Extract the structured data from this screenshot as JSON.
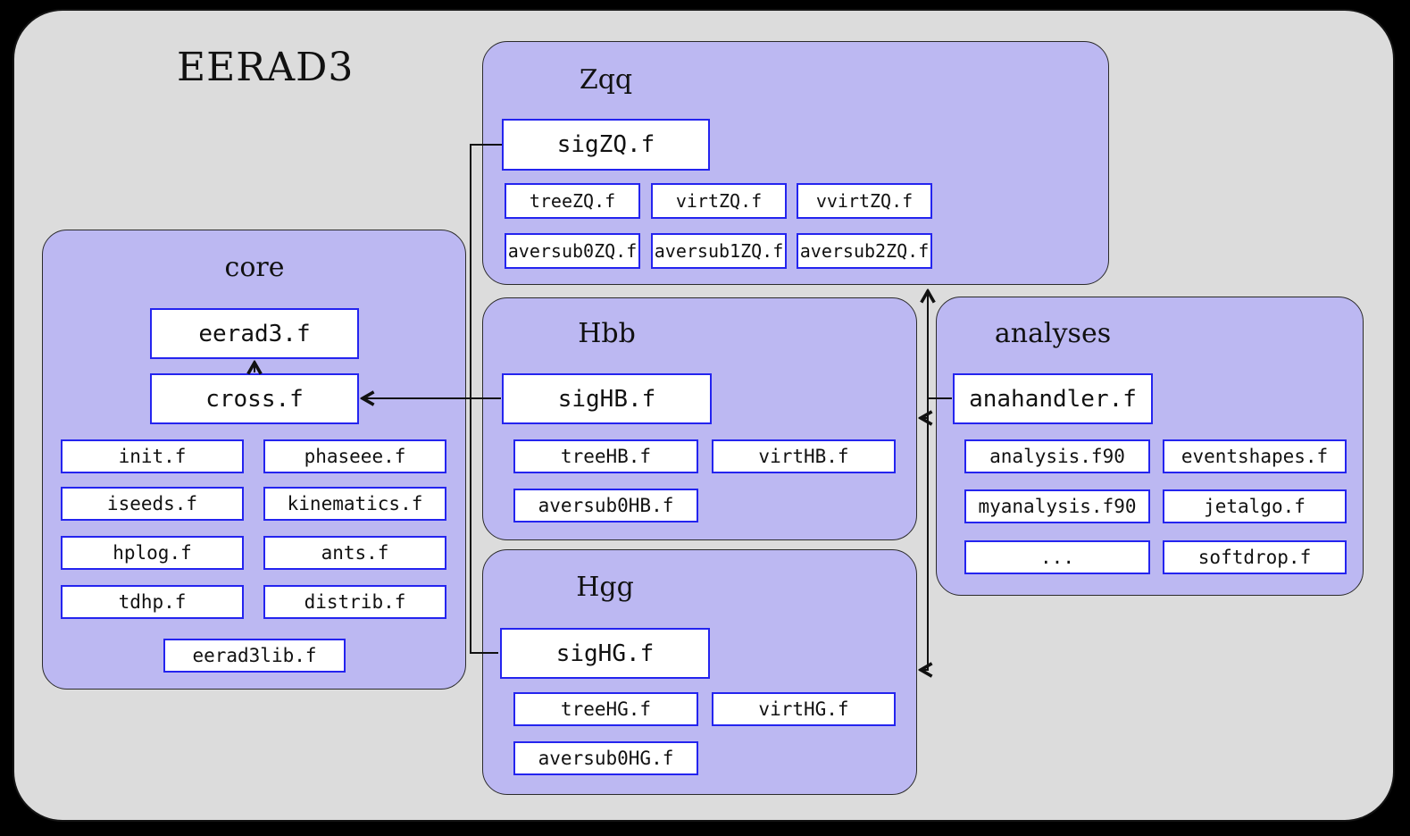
{
  "title": "EERAD3",
  "colors": {
    "background": "#000000",
    "panel_bg": "#dcdcdc",
    "group_fill": "#bcb8f2",
    "group_border": "#2b2b2b",
    "file_box_border": "#2424ef",
    "file_box_fill": "#ffffff",
    "wire": "#111111"
  },
  "groups": {
    "core": {
      "label": "core",
      "files": {
        "eerad3": "eerad3.f",
        "cross": "cross.f",
        "init": "init.f",
        "phaseee": "phaseee.f",
        "iseeds": "iseeds.f",
        "kinematics": "kinematics.f",
        "hplog": "hplog.f",
        "ants": "ants.f",
        "tdhp": "tdhp.f",
        "distrib": "distrib.f",
        "eerad3lib": "eerad3lib.f"
      }
    },
    "zqq": {
      "label": "Zqq",
      "files": {
        "sig": "sigZQ.f",
        "tree": "treeZQ.f",
        "virt": "virtZQ.f",
        "vvirt": "vvirtZQ.f",
        "aversub0": "aversub0ZQ.f",
        "aversub1": "aversub1ZQ.f",
        "aversub2": "aversub2ZQ.f"
      }
    },
    "hbb": {
      "label": "Hbb",
      "files": {
        "sig": "sigHB.f",
        "tree": "treeHB.f",
        "virt": "virtHB.f",
        "aversub0": "aversub0HB.f"
      }
    },
    "hgg": {
      "label": "Hgg",
      "files": {
        "sig": "sigHG.f",
        "tree": "treeHG.f",
        "virt": "virtHG.f",
        "aversub0": "aversub0HG.f"
      }
    },
    "analyses": {
      "label": "analyses",
      "files": {
        "anahandler": "anahandler.f",
        "analysis": "analysis.f90",
        "eventshapes": "eventshapes.f",
        "myanalysis": "myanalysis.f90",
        "jetalgo": "jetalgo.f",
        "dots": "...",
        "softdrop": "softdrop.f"
      }
    }
  }
}
